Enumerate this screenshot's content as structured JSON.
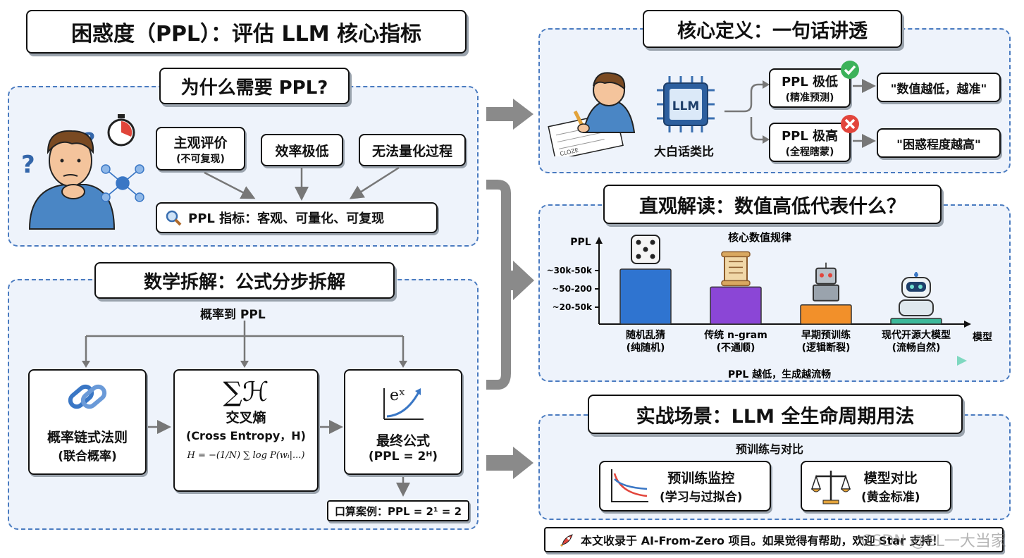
{
  "main_title": "困惑度（PPL）：评估 LLM 核心指标",
  "why": {
    "title": "为什么需要 PPL?",
    "problems": [
      {
        "main": "主观评价",
        "sub": "(不可复现)"
      },
      {
        "main": "效率极低",
        "sub": ""
      },
      {
        "main": "无法量化过程",
        "sub": ""
      }
    ],
    "solution": "PPL 指标：客观、可量化、可复现"
  },
  "math": {
    "title": "数学拆解：公式分步拆解",
    "root": "概率到 PPL",
    "steps": [
      {
        "main": "概率链式法则",
        "sub": "(联合概率)"
      },
      {
        "main": "交叉熵",
        "sub": "(Cross Entropy，H)"
      },
      {
        "main": "最终公式",
        "sub": "(PPL = 2ᴴ)"
      }
    ],
    "sigma_symbol": "∑ℋ",
    "exp_symbol": "eˣ",
    "formula": "H = −(1/N) ∑ log P(wᵢ|...)",
    "example": "口算案例：PPL = 2¹ = 2"
  },
  "def": {
    "title": "核心定义：一句话讲透",
    "chip": "LLM",
    "paper_text": "CLOZE",
    "caption": "大白话类比",
    "low": {
      "main": "PPL 极低",
      "sub": "(精准预测)",
      "quote": "\"数值越低，越准\""
    },
    "high": {
      "main": "PPL 极高",
      "sub": "(全程瞎蒙)",
      "quote": "\"困惑程度越高\""
    }
  },
  "intuit": {
    "title": "直观解读：数值高低代表什么？",
    "footer": "PPL 越低，生成越流畅"
  },
  "chart_data": {
    "type": "bar",
    "title": "核心数值规律",
    "ylabel": "PPL",
    "xlabel": "模型",
    "y_tick_labels": [
      "~30k-50k",
      "~50-200",
      "~20-50k"
    ],
    "categories": [
      "随机乱猜\n(纯随机)",
      "传统 n-gram\n(不通顺)",
      "早期预训练\n(逻辑断裂)",
      "现代开源大模型\n(流畅自然)"
    ],
    "category_lines": [
      [
        "随机乱猜",
        "(纯随机)"
      ],
      [
        "传统 n-gram",
        "(不通顺)"
      ],
      [
        "早期预训练",
        "(逻辑断裂)"
      ],
      [
        "现代开源大模型",
        "(流畅自然)"
      ]
    ],
    "values": [
      4,
      2.7,
      1.4,
      0.2
    ],
    "value_scale": "relative (axis shows only the printed tick labels)",
    "colors": [
      "#2f74d0",
      "#8b46d6",
      "#f2902a",
      "#3cb99a"
    ]
  },
  "practice": {
    "title": "实战场景：LLM 全生命周期用法",
    "subtitle": "预训练与对比",
    "items": [
      {
        "main": "预训练监控",
        "sub": "(学习与过拟合)"
      },
      {
        "main": "模型对比",
        "sub": "(黄金标准)"
      }
    ]
  },
  "banner": "本文收录于 AI-From-Zero 项目。如果觉得有帮助，欢迎 Star 支持！",
  "watermark": "CSDN @EL一大当家",
  "colors": {
    "panel_bg": "#eef3fb",
    "panel_border": "#4a7bc0",
    "arrow": "#8a8a8a"
  }
}
